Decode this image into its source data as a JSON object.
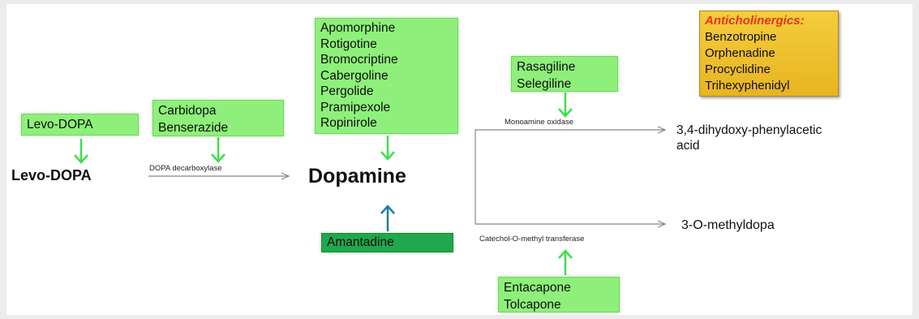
{
  "nodes": {
    "levodopa_drug": "Levo-DOPA",
    "decarboxylase_inhibitors": [
      "Carbidopa",
      "Benserazide"
    ],
    "agonists": [
      "Apomorphine",
      "Rotigotine",
      "Bromocriptine",
      "Cabergoline",
      "Pergolide",
      "Pramipexole",
      "Ropinirole"
    ],
    "mao_inhibitors": [
      "Rasagiline",
      "Selegiline"
    ],
    "anticholinergics": {
      "title": "Anticholinergics:",
      "items": [
        "Benzotropine",
        "Orphenadine",
        "Procyclidine",
        "Trihexyphenidyl"
      ]
    },
    "amantadine": "Amantadine",
    "comt_inhibitors": [
      "Entacapone",
      "Tolcapone"
    ]
  },
  "pathway": {
    "levodopa": "Levo-DOPA",
    "dopamine": "Dopamine",
    "metabolite_mao": "3,4-dihydoxy-phenylacetic acid",
    "metabolite_comt": "3-O-methyldopa"
  },
  "enzymes": {
    "ddc": "DOPA decarboxylase",
    "mao": "Monoamine oxidase",
    "comt": "Catechol-O-methyl transferase"
  },
  "colors": {
    "box_green": "#8ef07a",
    "box_dark_green": "#1fa84d",
    "box_gold": "#e8b421",
    "arrow_green": "#3ee04a",
    "arrow_teal": "#1b7f9a",
    "arrow_gray": "#888888",
    "title_red": "#e8331c"
  }
}
